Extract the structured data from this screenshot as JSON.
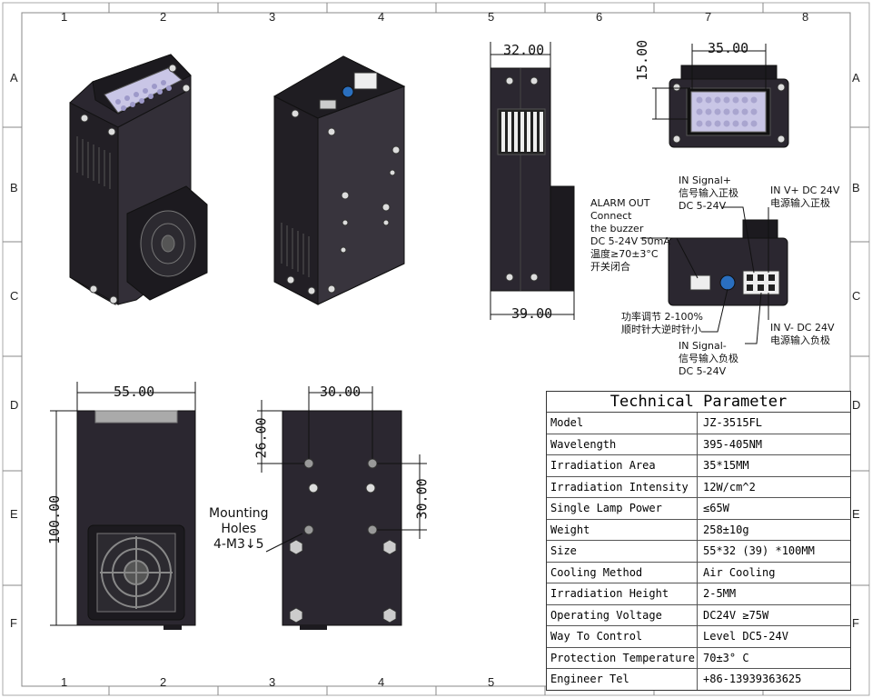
{
  "grid": {
    "columns": [
      "1",
      "2",
      "3",
      "4",
      "5",
      "6",
      "7",
      "8"
    ],
    "rows": [
      "A",
      "B",
      "C",
      "D",
      "E",
      "F"
    ]
  },
  "dimensions": {
    "side_width": "32.00",
    "side_depth": "39.00",
    "top_width": "35.00",
    "top_height": "15.00",
    "front_width": "55.00",
    "front_height": "100.00",
    "back_hole_spacing_x": "30.00",
    "back_hole_offset_y": "26.00",
    "back_hole_spacing_y": "30.00"
  },
  "annotations": {
    "in_signal_pos": [
      "IN Signal+",
      "信号输入正极",
      "DC 5-24V"
    ],
    "in_v_pos": [
      "IN V+ DC 24V",
      "电源输入正极"
    ],
    "alarm": [
      "ALARM OUT",
      "Connect",
      "the buzzer",
      "DC 5-24V 50mA",
      "温度≥70±3°C",
      "开关闭合"
    ],
    "power_adjust": [
      "功率调节 2-100%",
      "顺时针大逆时针小"
    ],
    "in_v_neg": [
      "IN V- DC 24V",
      "电源输入负极"
    ],
    "in_signal_neg": [
      "IN Signal-",
      "信号输入负极",
      "DC 5-24V"
    ],
    "mounting": [
      "Mounting",
      "Holes",
      "4-M3↓5"
    ]
  },
  "technical_parameter": {
    "title": "Technical Parameter",
    "rows": [
      {
        "key": "Model",
        "value": "JZ-3515FL"
      },
      {
        "key": "Wavelength",
        "value": "395-405NM"
      },
      {
        "key": "Irradiation Area",
        "value": "35*15MM"
      },
      {
        "key": "Irradiation Intensity",
        "value": "12W/cm^2"
      },
      {
        "key": "Single Lamp Power",
        "value": "≤65W"
      },
      {
        "key": "Weight",
        "value": "258±10g"
      },
      {
        "key": "Size",
        "value": "55*32 (39) *100MM"
      },
      {
        "key": "Cooling Method",
        "value": "Air Cooling"
      },
      {
        "key": "Irradiation Height",
        "value": "2-5MM"
      },
      {
        "key": "Operating Voltage",
        "value": "DC24V ≥75W"
      },
      {
        "key": "Way To Control",
        "value": "Level DC5-24V"
      },
      {
        "key": "Protection Temperature",
        "value": "70±3° C"
      },
      {
        "key": "Engineer Tel",
        "value": "+86-13939363625"
      }
    ]
  },
  "colors": {
    "body": "#2b2730",
    "dark": "#1c1a1f",
    "led": "#c9c6e6",
    "line": "#333333"
  }
}
